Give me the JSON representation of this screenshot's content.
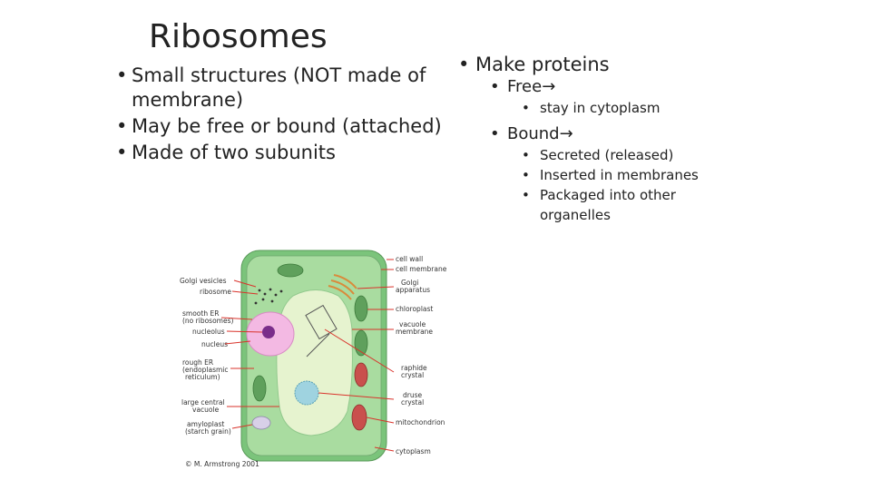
{
  "slide": {
    "title": "Ribosomes",
    "left_bullets": [
      "Small structures (NOT made of membrane)",
      "May be free or bound (attached)",
      "Made of two subunits"
    ],
    "right": {
      "main": "Make proteins",
      "free_label": "Free",
      "free_sub": "stay in cytoplasm",
      "bound_label": "Bound",
      "bound_subs": [
        "Secreted (released)",
        "Inserted in membranes",
        "Packaged into other organelles"
      ],
      "arrow_glyph": "→",
      "bullet_glyph": "•"
    }
  },
  "diagram": {
    "labels_left": [
      "Golgi vesicles",
      "ribosome",
      "smooth ER",
      "(no ribosomes)",
      "nucleolus",
      "nucleus",
      "rough ER",
      "(endoplasmic",
      "reticulum)",
      "large central",
      "vacuole",
      "amyloplast",
      "(starch grain)"
    ],
    "labels_right": [
      "cell wall",
      "cell membrane",
      "Golgi",
      "apparatus",
      "chloroplast",
      "vacuole",
      "membrane",
      "raphide",
      "crystal",
      "druse",
      "crystal",
      "mitochondrion",
      "cytoplasm"
    ],
    "credit": "© M. Armstrong 2001",
    "colors": {
      "cell_wall": "#7bc47b",
      "cytoplasm": "#a9dca0",
      "vacuole": "#e6f3cf",
      "nucleus": "#f3b9e3",
      "nucleolus": "#7a2d8a",
      "arrow": "#d9332b"
    }
  }
}
